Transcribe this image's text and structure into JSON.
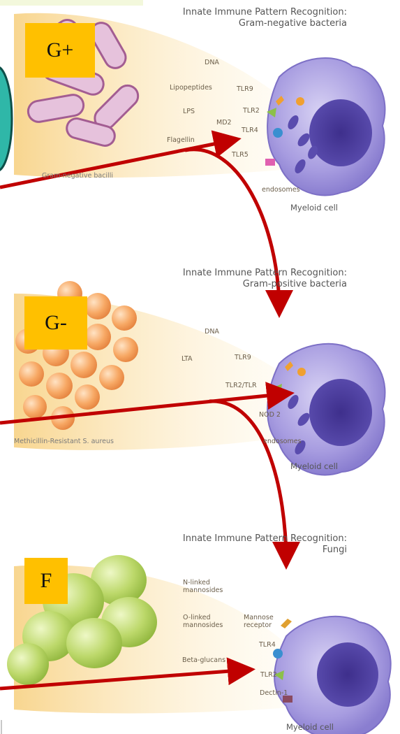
{
  "panels": [
    {
      "title_line1": "Innate Immune Pattern Recognition:",
      "title_line2": "Gram-negative bacteria",
      "badge": "G+",
      "labels": {
        "dna": "DNA",
        "lipopeptides": "Lipopeptides",
        "lps": "LPS",
        "md2": "MD2",
        "flagellin": "Flagellin",
        "tlr9": "TLR9",
        "tlr2": "TLR2",
        "tlr4": "TLR4",
        "tlr5": "TLR5",
        "endosomes": "endosomes"
      },
      "caption": "Gram-negative bacilli",
      "cell_label": "Myeloid cell"
    },
    {
      "title_line1": "Innate Immune Pattern Recognition:",
      "title_line2": "Gram-positive bacteria",
      "badge": "G-",
      "labels": {
        "dna": "DNA",
        "lta": "LTA",
        "tlr9": "TLR9",
        "tlr2tlr": "TLR2/TLR",
        "nod2": "NOD 2",
        "endosomes": "endosomes"
      },
      "caption": "Methicillin-Resistant S. aureus",
      "cell_label": "Myeloid cell"
    },
    {
      "title_line1": "Innate Immune Pattern Recognition:",
      "title_line2": "Fungi",
      "badge": "F",
      "labels": {
        "nlinked": "N-linked",
        "nlinked2": "mannosides",
        "olinked": "O-linked",
        "olinked2": "mannosides",
        "mannose": "Mannose",
        "mannose2": "receptor",
        "betaglucans": "Beta-glucans",
        "tlr4": "TLR4",
        "tlr2": "TLR2",
        "dectin": "Dectin-1"
      },
      "cell_label": "Myeloid cell"
    }
  ],
  "colors": {
    "arrow": "#c00000",
    "badge": "#ffc000",
    "cell": "#9b8fd8",
    "nucleus": "#4a3c9a"
  }
}
